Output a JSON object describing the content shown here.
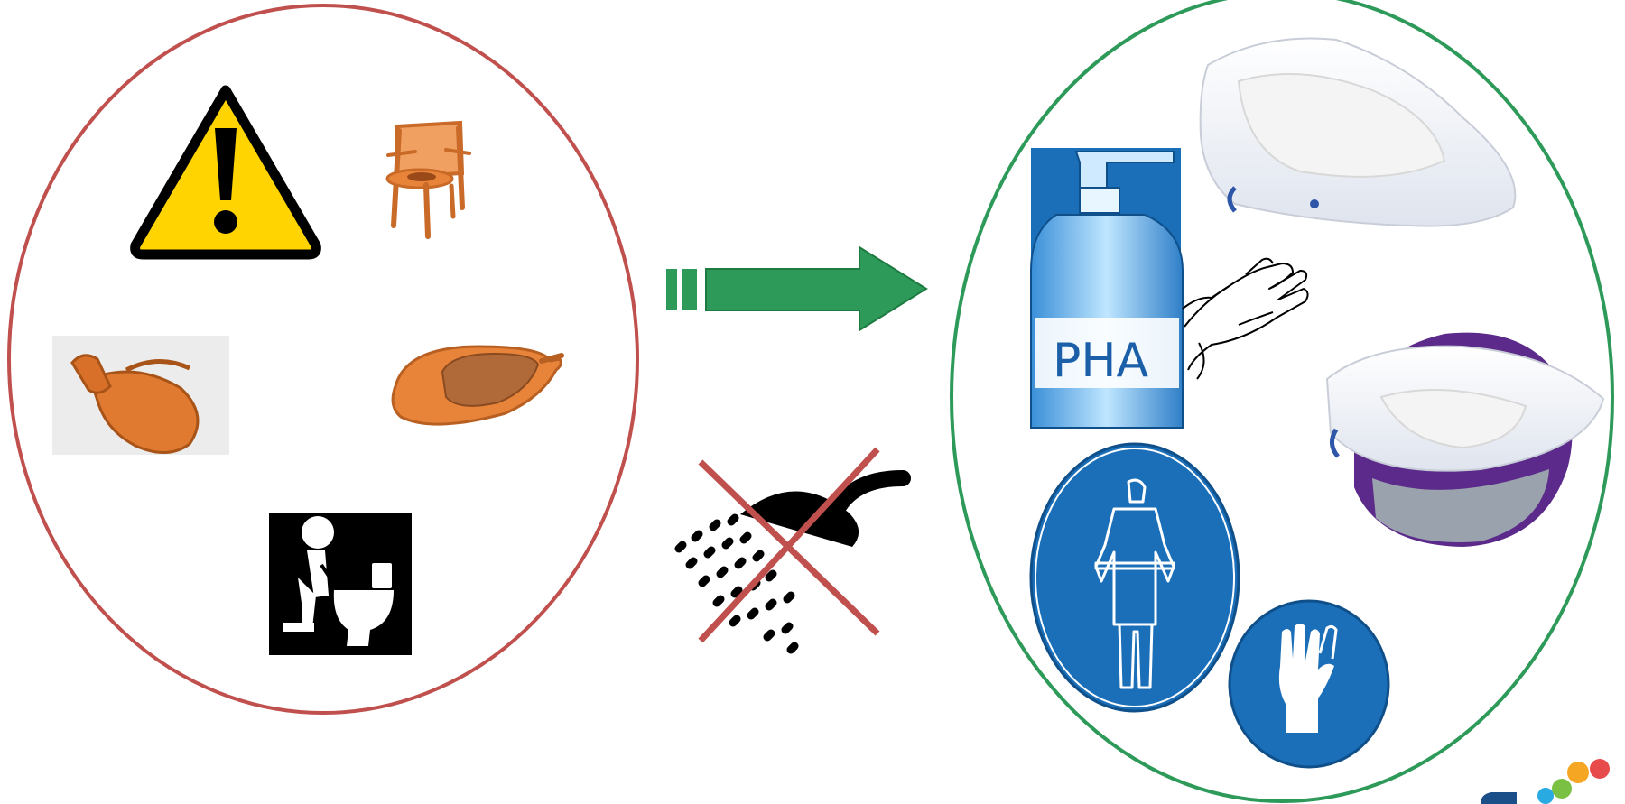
{
  "left_group": {
    "name": "before-items",
    "items": [
      "warning-icon",
      "commode-chair-icon",
      "urinal-icon",
      "bedpan-icon",
      "toilet-pictogram-icon"
    ],
    "border_color": "#c0504d"
  },
  "transition_arrow": {
    "color": "#2e9a5a"
  },
  "no_shower": {
    "cross_color": "#c0504d"
  },
  "right_group": {
    "name": "after-items",
    "items": [
      "absorbent-bag-icon",
      "hand-sanitizer-icon",
      "hands-icon",
      "lined-bedpan-icon",
      "apron-sign-icon",
      "gloves-sign-icon"
    ],
    "border_color": "#2e9a5a",
    "sanitizer_label": "PHA"
  },
  "logo": {
    "colors": [
      "#1a4f8a",
      "#e84b4b",
      "#f5a623",
      "#7ac143",
      "#29abe2"
    ]
  },
  "colors": {
    "orange": "#e8843a",
    "orange_dark": "#b85f22",
    "safety_blue": "#1b6fb8",
    "warning_yellow": "#ffd400"
  }
}
